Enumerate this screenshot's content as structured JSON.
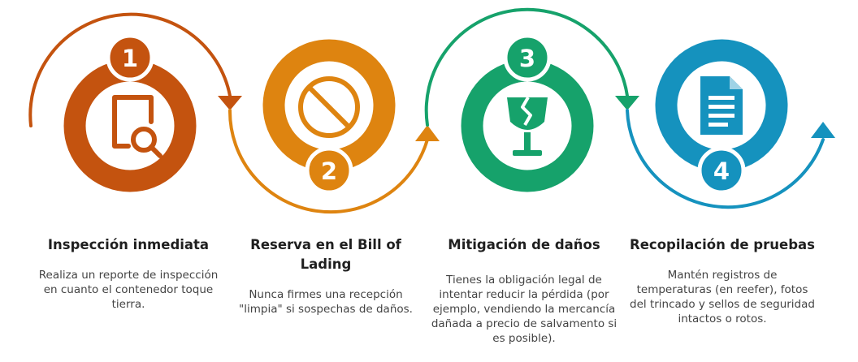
{
  "steps": [
    {
      "number": "1",
      "title": "Inspección inmediata",
      "description": "Realiza un reporte de inspección en cuanto el contenedor toque tierra.",
      "color": "#c4530f",
      "icon": "document-search-icon"
    },
    {
      "number": "2",
      "title": "Reserva en el Bill of Lading",
      "description": "Nunca firmes una recepción \"limpia\" si sospechas de daños.",
      "color": "#de8410",
      "icon": "prohibited-icon"
    },
    {
      "number": "3",
      "title": "Mitigación de daños",
      "description": "Tienes la obligación legal de intentar reducir la pérdida (por ejemplo, vendiendo la mercancía dañada a precio de salvamento si es posible).",
      "color": "#16a26b",
      "icon": "broken-glass-icon"
    },
    {
      "number": "4",
      "title": "Recopilación de pruebas",
      "description": "Mantén registros de temperaturas (en reefer), fotos del trincado y sellos de seguridad intactos o rotos.",
      "color": "#1592be",
      "icon": "document-icon"
    }
  ]
}
